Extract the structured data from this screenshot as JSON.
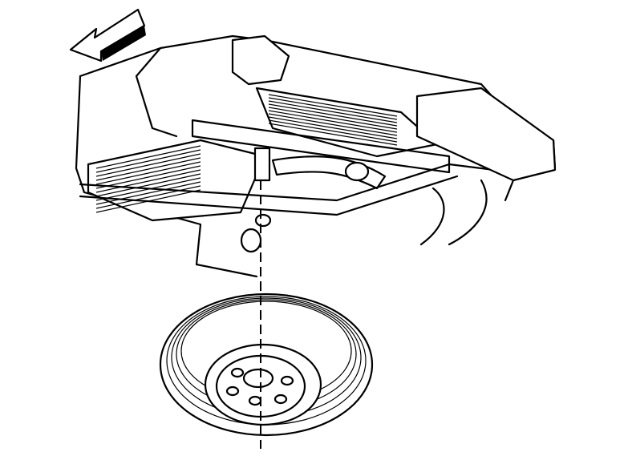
{
  "diagram": {
    "line_color": "#000000",
    "background_color": "#ffffff",
    "direction_arrow": "forward-arrow-icon",
    "components": [
      "vehicle-underbody",
      "frame-rails",
      "crossmember",
      "exhaust-pipe",
      "rear-bumper",
      "spare-tire-hoist",
      "spare-tire",
      "wheel-hub",
      "hoist-cable-centerline"
    ]
  }
}
